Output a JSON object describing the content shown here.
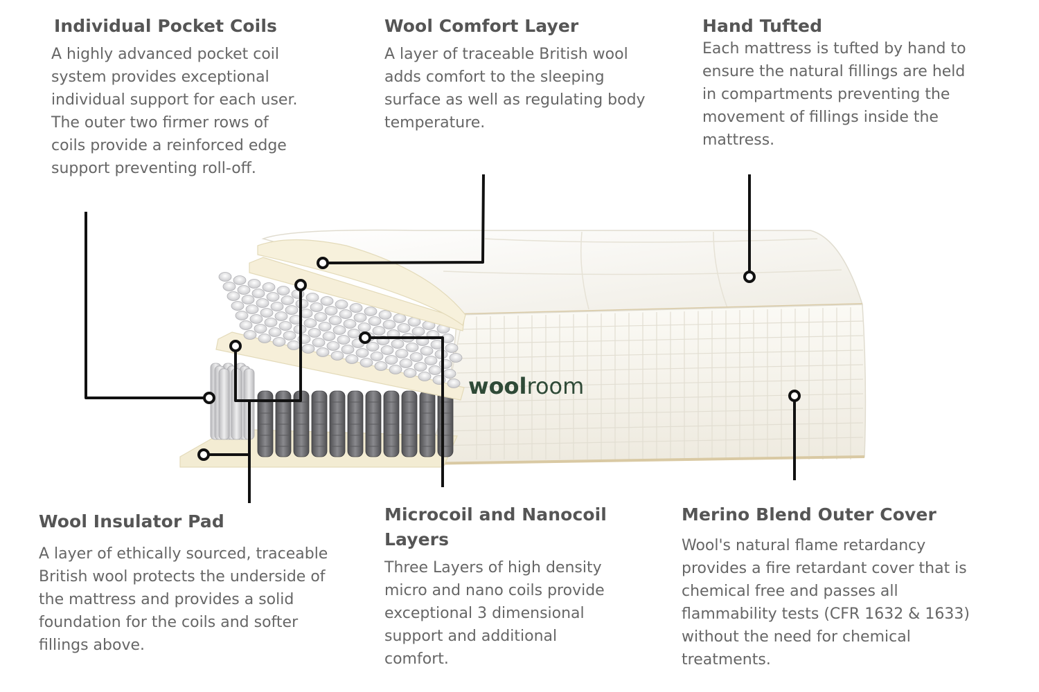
{
  "callouts": {
    "pocket_coils": {
      "title": "Individual Pocket Coils",
      "body": "A highly advanced pocket coil system provides exceptional individual support for each user. The outer two firmer rows of coils provide a reinforced edge support preventing roll-off."
    },
    "wool_comfort": {
      "title": "Wool Comfort Layer",
      "body": "A layer of traceable British wool adds comfort to the sleeping surface as well as regulating body temperature."
    },
    "hand_tufted": {
      "title": "Hand Tufted",
      "body": "Each mattress is tufted by hand to ensure the natural fillings are held in compartments preventing the movement of fillings inside the mattress."
    },
    "insulator_pad": {
      "title": "Wool Insulator Pad",
      "body": "A layer of ethically sourced, traceable British wool protects the underside of the mattress and provides a solid foundation for the coils and softer fillings above."
    },
    "microcoil": {
      "title": "Microcoil and Nanocoil Layers",
      "body": "Three Layers of high density micro and nano coils provide exceptional 3 dimensional support and additional comfort."
    },
    "outer_cover": {
      "title": "Merino Blend Outer Cover",
      "body": "Wool's natural flame retardancy provides a fire retardant cover that is chemical free and passes all flammability tests (CFR 1632 & 1633) without the need for chemical treatments."
    }
  },
  "brand": {
    "part1": "wool",
    "part2": "room"
  },
  "colors": {
    "leader": "#111111",
    "title": "#555555",
    "body": "#666666",
    "mattress": "#f4f1e8",
    "wool_layer": "#f6efd9",
    "coil_light": "#d8d8da",
    "coil_dark": "#6b6b6e",
    "brand": "#2f4a37"
  }
}
